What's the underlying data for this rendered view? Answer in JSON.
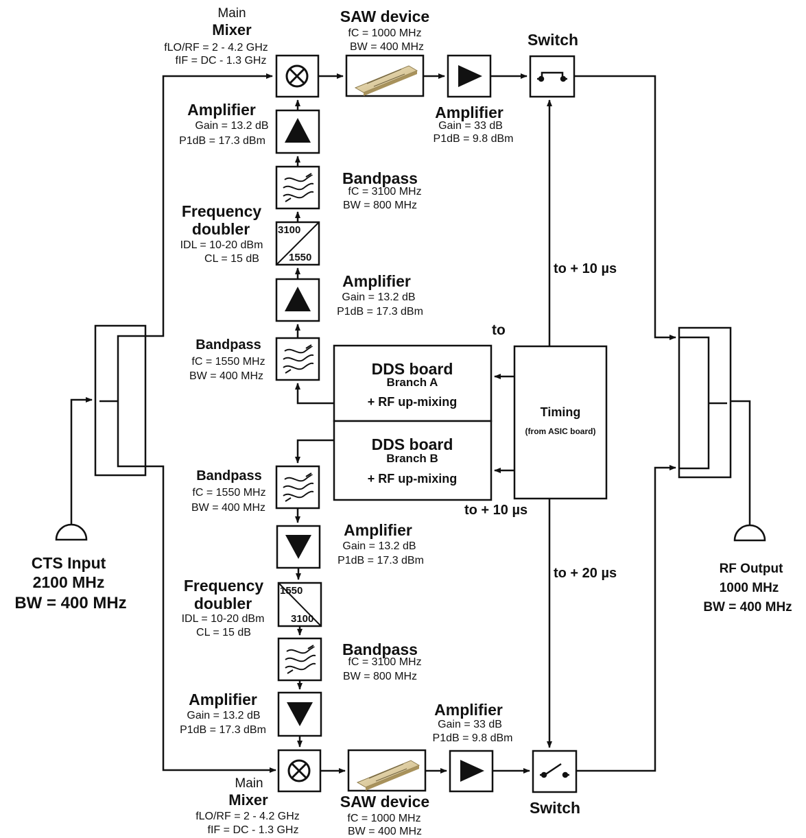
{
  "input": {
    "title": "CTS Input",
    "freq": "2100 MHz",
    "bw": "BW = 400 MHz"
  },
  "output": {
    "title": "RF Output",
    "freq": "1000 MHz",
    "bw": "BW = 400 MHz"
  },
  "branch_a": {
    "mixer": {
      "name1": "Main",
      "name2": "Mixer",
      "p1": "fLO/RF = 2 - 4.2 GHz",
      "p2": "fIF = DC - 1.3 GHz"
    },
    "saw": {
      "name": "SAW device",
      "p1": "fC = 1000 MHz",
      "p2": "BW = 400 MHz"
    },
    "out_amp": {
      "name": "Amplifier",
      "p1": "Gain = 33 dB",
      "p2": "P1dB = 9.8 dBm"
    },
    "switch": {
      "name": "Switch"
    },
    "amp_top": {
      "name": "Amplifier",
      "p1": "Gain = 13.2 dB",
      "p2": "P1dB = 17.3 dBm"
    },
    "bp_3100": {
      "name": "Bandpass",
      "p1": "fC = 3100 MHz",
      "p2": "BW = 800 MHz"
    },
    "doubler": {
      "name1": "Frequency",
      "name2": "doubler",
      "p1": "IDL = 10-20 dBm",
      "p2": "CL = 15 dB",
      "top": "3100",
      "bottom": "1550"
    },
    "amp_mid": {
      "name": "Amplifier",
      "p1": "Gain = 13.2 dB",
      "p2": "P1dB = 17.3 dBm"
    },
    "bp_1550": {
      "name": "Bandpass",
      "p1": "fC = 1550 MHz",
      "p2": "BW = 400 MHz"
    },
    "dds": {
      "title": "DDS board",
      "branch": "Branch A",
      "sub": "+ RF up-mixing"
    }
  },
  "branch_b": {
    "dds": {
      "title": "DDS board",
      "branch": "Branch B",
      "sub": "+ RF up-mixing"
    },
    "bp_1550": {
      "name": "Bandpass",
      "p1": "fC = 1550 MHz",
      "p2": "BW = 400 MHz"
    },
    "amp_1": {
      "name": "Amplifier",
      "p1": "Gain = 13.2 dB",
      "p2": "P1dB = 17.3 dBm"
    },
    "doubler": {
      "name1": "Frequency",
      "name2": "doubler",
      "p1": "IDL = 10-20 dBm",
      "p2": "CL = 15 dB",
      "top": "1550",
      "bottom": "3100"
    },
    "bp_3100": {
      "name": "Bandpass",
      "p1": "fC = 3100 MHz",
      "p2": "BW = 800 MHz"
    },
    "amp_2": {
      "name": "Amplifier",
      "p1": "Gain = 13.2 dB",
      "p2": "P1dB = 17.3 dBm"
    },
    "mixer": {
      "name1": "Main",
      "name2": "Mixer",
      "p1": "fLO/RF = 2 - 4.2 GHz",
      "p2": "fIF = DC - 1.3 GHz"
    },
    "saw": {
      "name": "SAW device",
      "p1": "fC = 1000 MHz",
      "p2": "BW = 400 MHz"
    },
    "out_amp": {
      "name": "Amplifier",
      "p1": "Gain = 33 dB",
      "p2": "P1dB = 9.8 dBm"
    },
    "switch": {
      "name": "Switch"
    }
  },
  "timing": {
    "title": "Timing",
    "sub": "(from ASIC board)"
  },
  "timings": {
    "t0": "to",
    "t10_top": "to + 10 µs",
    "t10_dds": "to + 10 µs",
    "t20": "to + 20 µs"
  }
}
